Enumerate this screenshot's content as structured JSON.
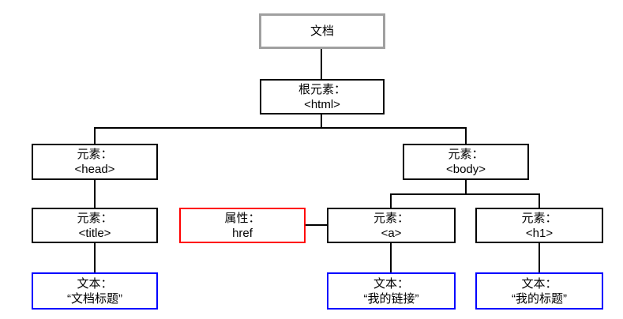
{
  "diagram": {
    "kind": "dom-tree",
    "colors": {
      "background": "#ffffff",
      "document_border": "#a0a0a0",
      "element_border": "#000000",
      "attribute_border": "#ff0000",
      "text_border": "#0000ff",
      "connector": "#000000",
      "text": "#000000"
    },
    "nodes": {
      "document": {
        "label": "文档"
      },
      "html": {
        "type_label": "根元素：",
        "value": "<html>"
      },
      "head": {
        "type_label": "元素：",
        "value": "<head>"
      },
      "body": {
        "type_label": "元素：",
        "value": "<body>"
      },
      "title": {
        "type_label": "元素：",
        "value": "<title>"
      },
      "href": {
        "type_label": "属性：",
        "value": "href"
      },
      "a": {
        "type_label": "元素：",
        "value": "<a>"
      },
      "h1": {
        "type_label": "元素：",
        "value": "<h1>"
      },
      "title_text": {
        "type_label": "文本：",
        "value": "“文档标题”"
      },
      "a_text": {
        "type_label": "文本：",
        "value": "“我的链接”"
      },
      "h1_text": {
        "type_label": "文本：",
        "value": "“我的标题”"
      }
    }
  }
}
